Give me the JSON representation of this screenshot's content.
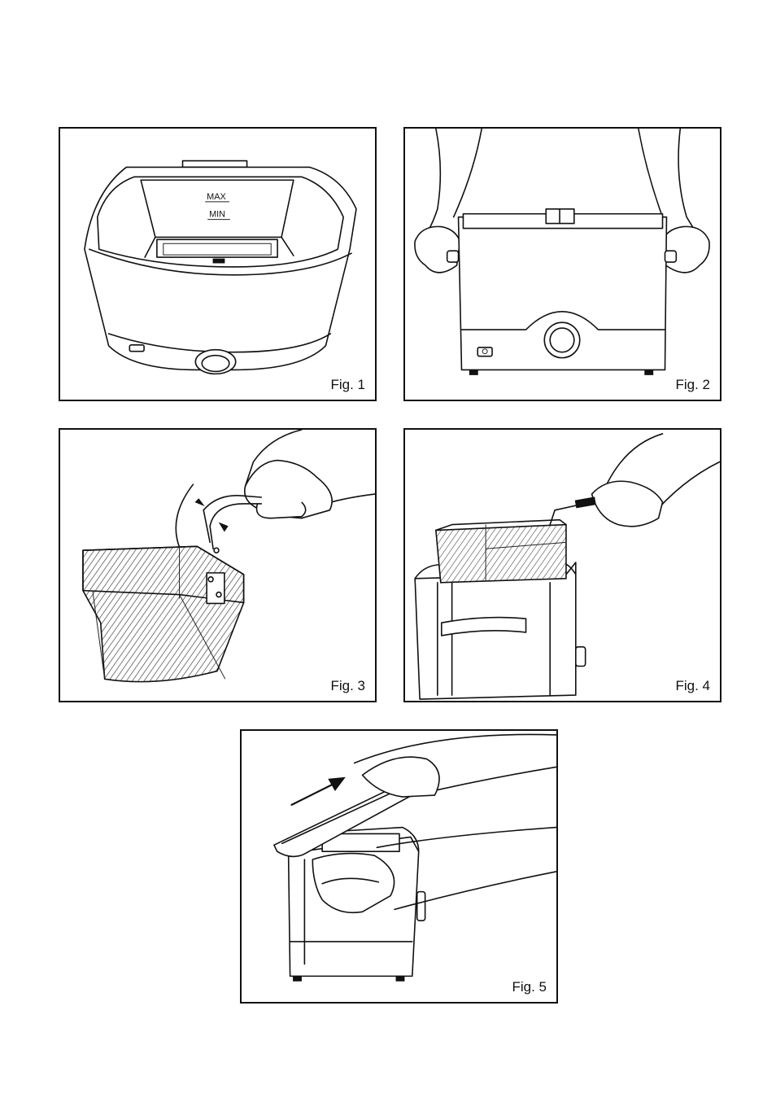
{
  "figures": [
    {
      "id": "fig1",
      "caption": "Fig. 1",
      "level_labels": {
        "max": "MAX",
        "min": "MIN"
      }
    },
    {
      "id": "fig2",
      "caption": "Fig. 2"
    },
    {
      "id": "fig3",
      "caption": "Fig. 3"
    },
    {
      "id": "fig4",
      "caption": "Fig. 4"
    },
    {
      "id": "fig5",
      "caption": "Fig. 5"
    }
  ]
}
